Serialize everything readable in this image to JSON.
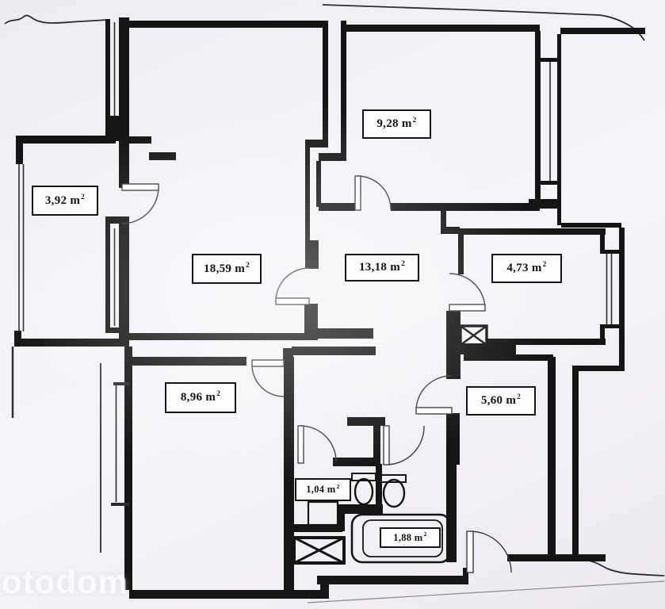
{
  "page": {
    "watermark": "otodom",
    "paper_color": "#f4f2f7",
    "line_color": "#151515"
  },
  "plan": {
    "unit": "m",
    "unit_sup": "2",
    "rooms": [
      {
        "id": "balcony",
        "area": "3,92"
      },
      {
        "id": "living-room",
        "area": "18,59"
      },
      {
        "id": "bedroom-top",
        "area": "9,28"
      },
      {
        "id": "hallway",
        "area": "13,18"
      },
      {
        "id": "kitchen",
        "area": "4,73"
      },
      {
        "id": "bedroom-left",
        "area": "8,96"
      },
      {
        "id": "room-right",
        "area": "5,60"
      },
      {
        "id": "wc",
        "area": "1,04"
      },
      {
        "id": "bathroom",
        "area": "1,88"
      }
    ]
  }
}
